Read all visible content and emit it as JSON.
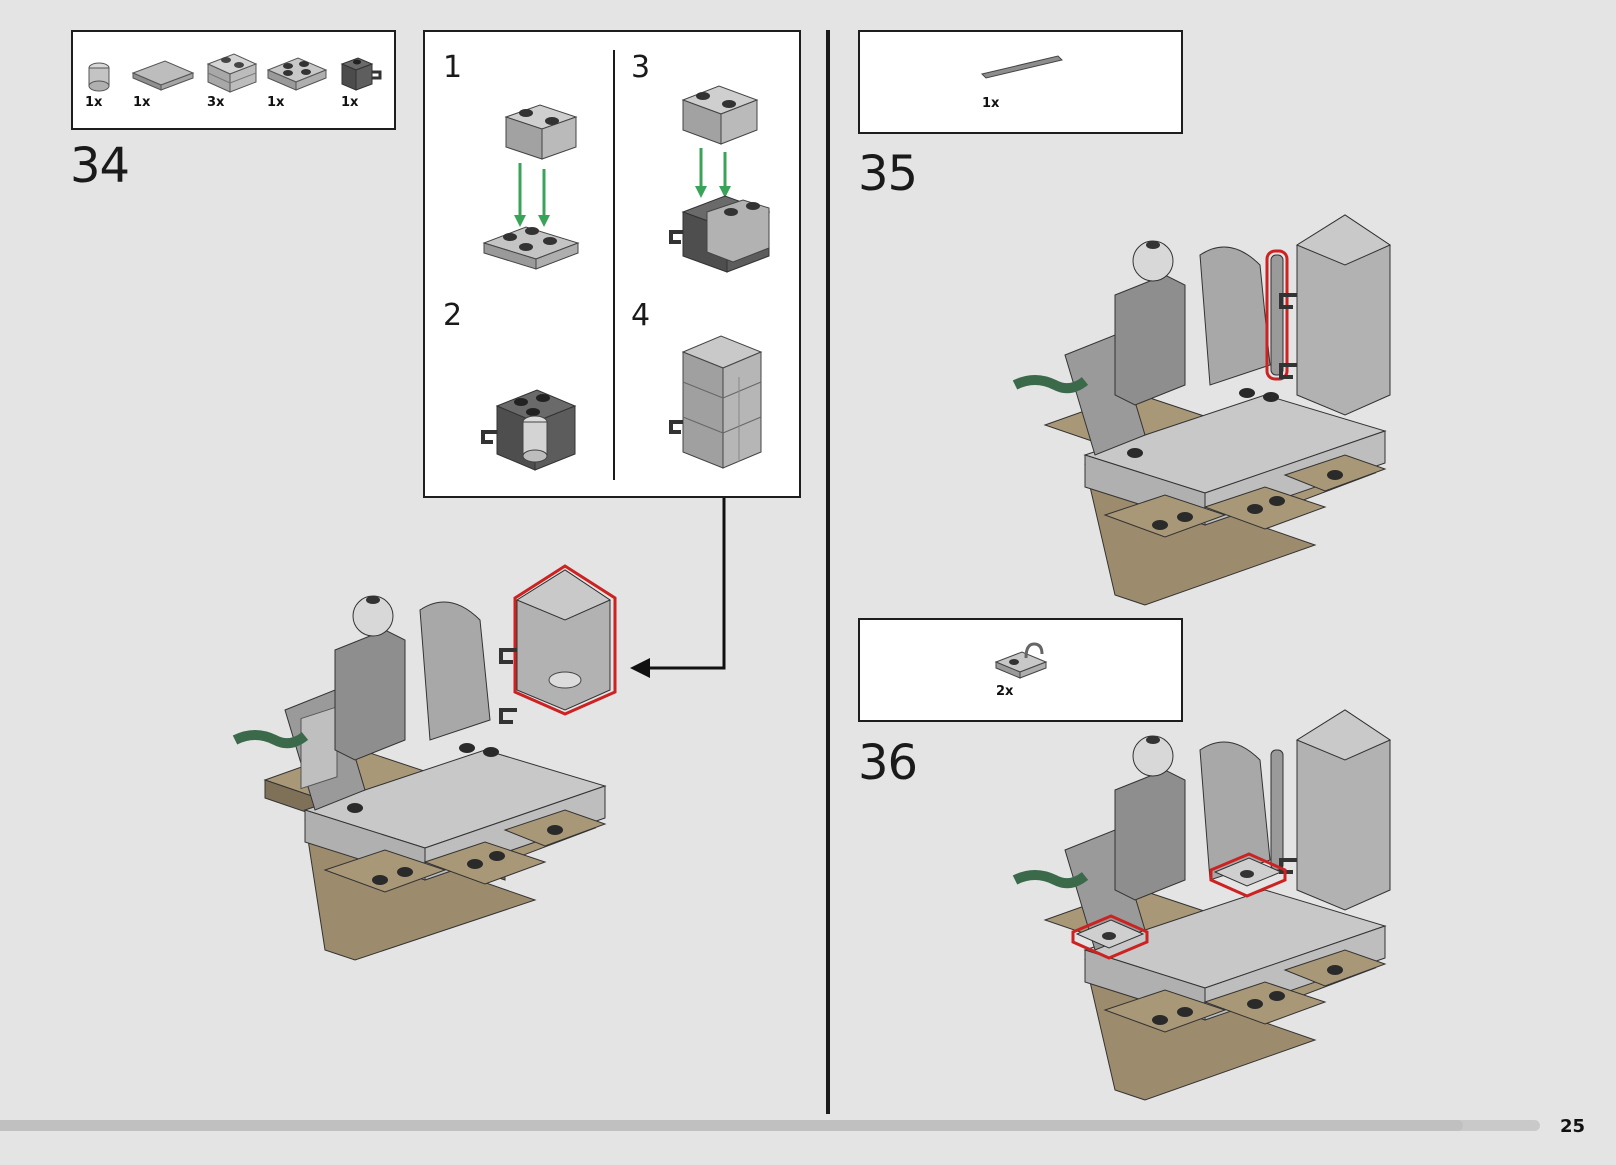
{
  "page": {
    "number": "25",
    "progress": 0.95
  },
  "step34": {
    "number": "34",
    "parts": [
      {
        "icon": "round-brick-icon",
        "qty": "1x"
      },
      {
        "icon": "flat-tile-icon",
        "qty": "1x"
      },
      {
        "icon": "masonry-brick-icon",
        "qty": "3x"
      },
      {
        "icon": "plate-2x2-icon",
        "qty": "1x"
      },
      {
        "icon": "clip-brick-icon",
        "qty": "1x"
      }
    ],
    "substeps": [
      "1",
      "3",
      "2",
      "4"
    ]
  },
  "step35": {
    "number": "35",
    "parts": [
      {
        "icon": "bar-icon",
        "qty": "1x"
      }
    ]
  },
  "step36": {
    "number": "36",
    "parts": [
      {
        "icon": "clip-plate-icon",
        "qty": "2x"
      }
    ]
  },
  "colors": {
    "background": "#e4e4e4",
    "highlight": "#cc2222",
    "arrow_green": "#3aa35a",
    "tan": "#a89878",
    "brick_gray": "#a9a9a9"
  }
}
